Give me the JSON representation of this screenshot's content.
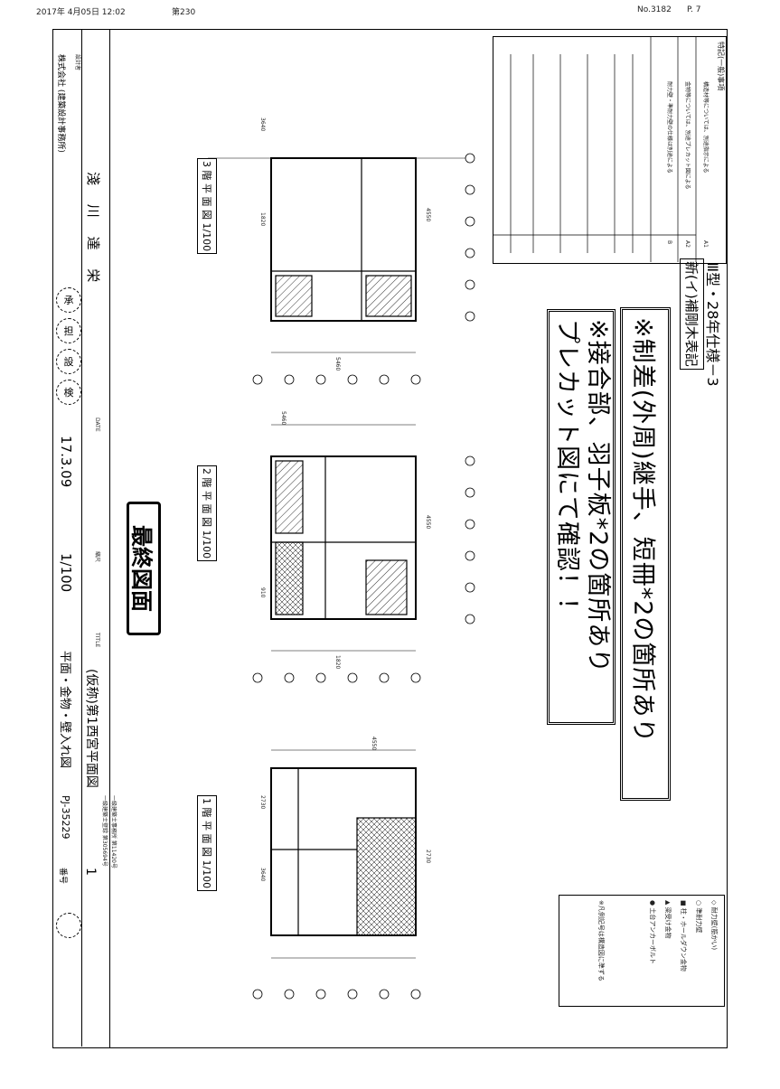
{
  "fax_header": {
    "datetime": "2017年 4月05日 12:02",
    "sender": "第230",
    "page_no": "No.3182",
    "page": "P. 7"
  },
  "notices": {
    "line1": "※制差(外周)継手、短冊*2の箇所あり",
    "line2": "※接合部、羽子板*2の箇所あり",
    "line3": "プレカット図にて確認！！"
  },
  "spec_title": "新(イ)補剛木表記",
  "spec_header": "Ⅲ型・28年仕様－3",
  "notes_table": {
    "title": "特記(一般)事項",
    "rows": [
      {
        "id": "A1",
        "text": "構造材等については、別途指示による"
      },
      {
        "id": "A2",
        "text": "金物等については、別途プレカット図による"
      },
      {
        "id": "B",
        "text": "耐力壁・準耐力壁の仕様は別途による"
      }
    ]
  },
  "title_block": {
    "company": "株式会社 (建築設計事務所)",
    "designer_label": "設計者",
    "designer_name": "淺 川 達 栄",
    "seals": [
      "承",
      "担",
      "設",
      "検"
    ],
    "date_label": "DATE",
    "date": "17.3.09",
    "scale_label": "縮尺",
    "scale": "1/100",
    "title_label": "TITLE",
    "project": "(仮称)第1西宮平面図",
    "drawing_name": "平面・金物・壁入れ図",
    "drawing_no": "PJ-35229",
    "sheet": "1",
    "sheet_label": "番号",
    "license1": "一級建築士事務所 第11420号",
    "license2": "一級建築士登録 第305694号"
  },
  "stamp": "最終図面",
  "plans": [
    {
      "label": "3 階 平 面 図  1/100",
      "dims": [
        "3640",
        "1820",
        "4550",
        "5460"
      ]
    },
    {
      "label": "2 階 平 面 図  1/100",
      "dims": [
        "5460",
        "4550",
        "910",
        "1820"
      ]
    },
    {
      "label": "1 階 平 面 図  1/100",
      "dims": [
        "4550",
        "2730",
        "3640",
        "2730"
      ]
    }
  ],
  "legend": {
    "items": [
      "◇ 耐力壁(筋かい)",
      "○ 準耐力壁",
      "■ 柱・ホールダウン金物",
      "▲ 梁受け金物",
      "● 土台アンカーボルト"
    ],
    "note": "※凡例記号は構造図に準ずる"
  }
}
